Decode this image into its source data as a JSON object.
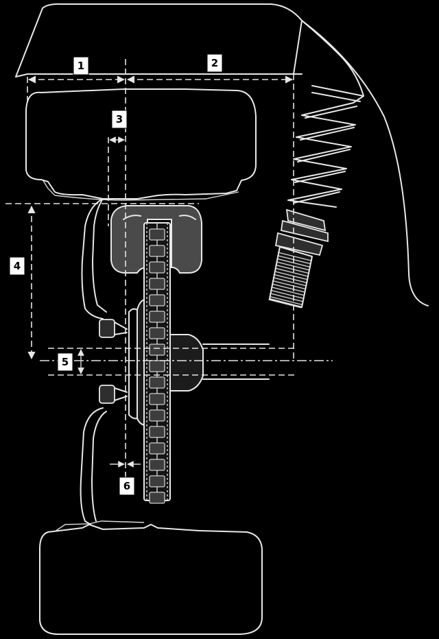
{
  "diagram": {
    "callouts": [
      {
        "label": "1"
      },
      {
        "label": "2"
      },
      {
        "label": "3"
      },
      {
        "label": "4"
      },
      {
        "label": "5"
      },
      {
        "label": "6"
      }
    ],
    "colors": {
      "background": "#000000",
      "line": "#e9e9e9",
      "caliper": "#4a4a4a",
      "label_box": "#ffffff"
    }
  }
}
